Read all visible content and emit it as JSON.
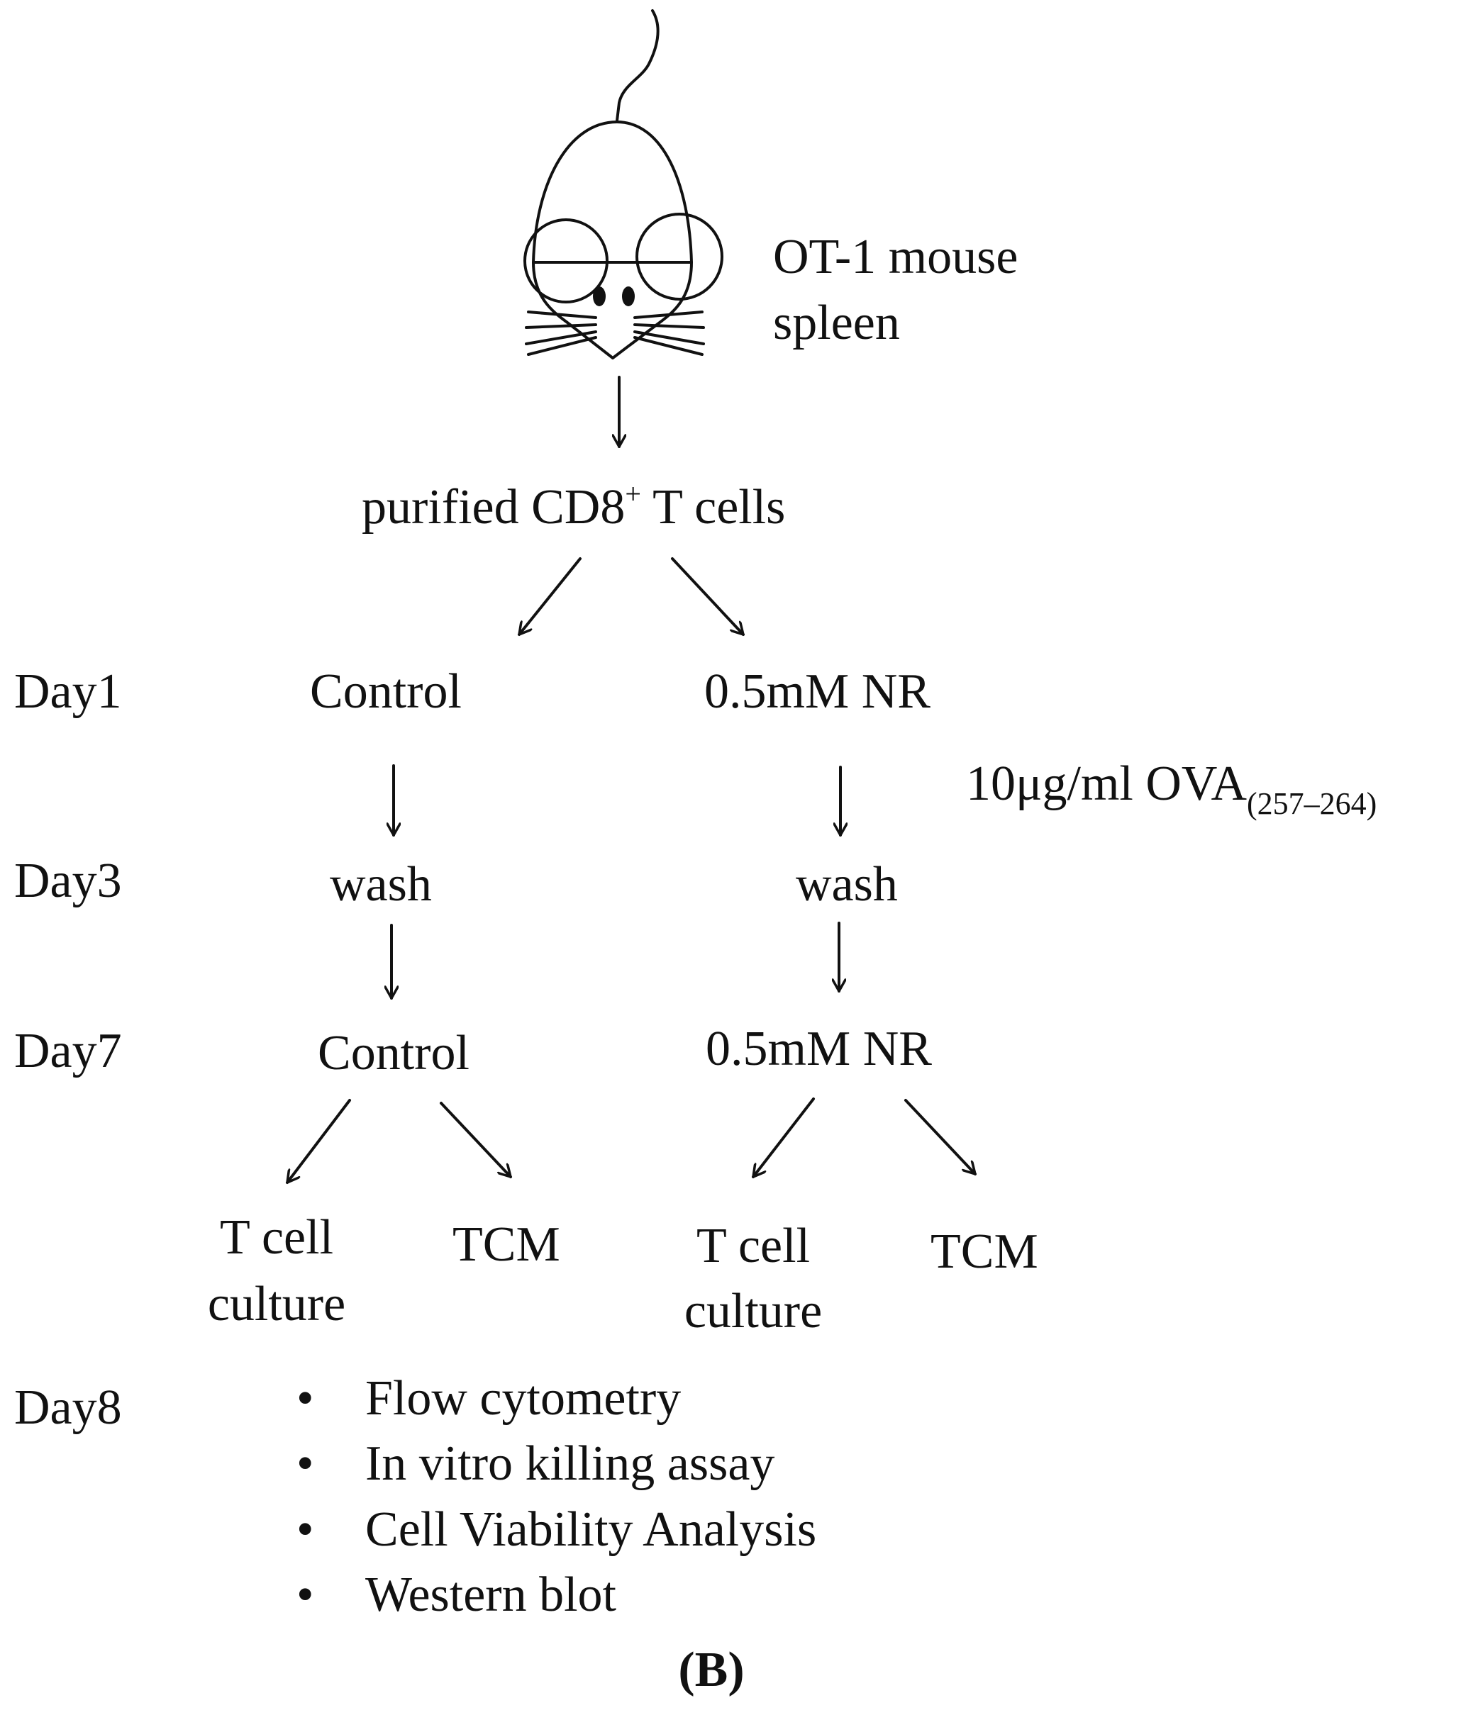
{
  "figure": {
    "panel_label": "(B)",
    "source": {
      "line1": "OT-1 mouse",
      "line2": "spleen"
    },
    "purified": {
      "prefix": "purified CD8",
      "superscript": "+",
      "suffix": " T cells"
    },
    "days": {
      "day1": "Day1",
      "day3": "Day3",
      "day7": "Day7",
      "day8": "Day8"
    },
    "left_branch": {
      "day1": "Control",
      "day3": "wash",
      "day7": "Control",
      "out_a": {
        "line1": "T cell",
        "line2": "culture"
      },
      "out_b": "TCM"
    },
    "right_branch": {
      "day1": "0.5mM NR",
      "day3": "wash",
      "day7": "0.5mM NR",
      "out_a": {
        "line1": "T cell",
        "line2": "culture"
      },
      "out_b": "TCM"
    },
    "stimulus": {
      "main": "10μg/ml OVA",
      "subscript": "(257–264)"
    },
    "analyses": [
      "Flow cytometry",
      "In vitro killing assay",
      "Cell Viability Analysis",
      "Western blot"
    ],
    "bullet": "•"
  }
}
